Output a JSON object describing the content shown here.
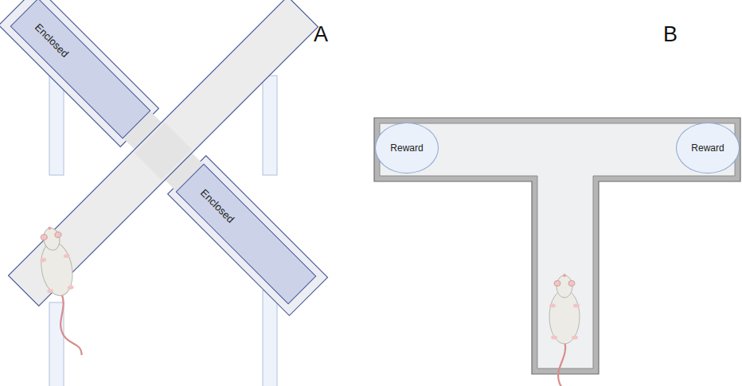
{
  "diagram": {
    "nodes": [
      {
        "text": [
          "Enclosed"
        ]
      },
      {
        "text": [
          "Enclosed"
        ]
      },
      {
        "text": [
          "Reward"
        ]
      },
      {
        "text": [
          "Reward"
        ]
      }
    ],
    "labels": [
      "A",
      "B"
    ]
  }
}
